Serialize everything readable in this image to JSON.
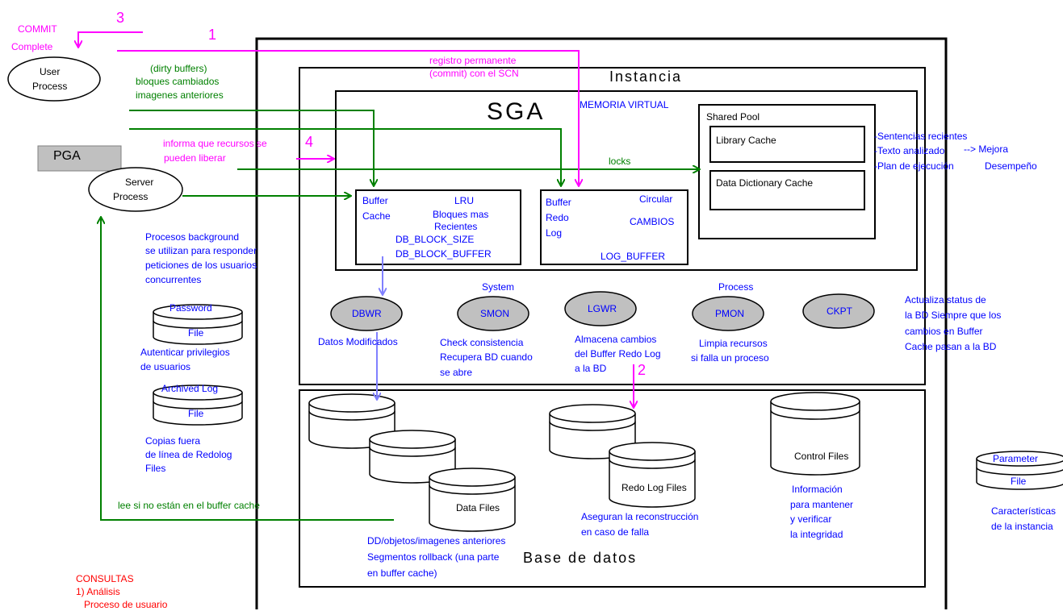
{
  "commit": {
    "label1": "COMMIT",
    "label2": "Complete",
    "step": "3"
  },
  "user_process": {
    "line1": "User",
    "line2": "Process"
  },
  "pga": {
    "label": "PGA"
  },
  "server_process": {
    "line1": "Server",
    "line2": "Process"
  },
  "dirty": {
    "line1": "(dirty buffers)",
    "line2": "bloques cambiados",
    "line3": "imagenes anteriores"
  },
  "registro": {
    "line1": "registro permanente",
    "line2": "(commit) con el SCN",
    "step": "1"
  },
  "informa": {
    "line1": "informa que recursos se",
    "line2": "pueden liberar",
    "step": "4"
  },
  "locks": "locks",
  "instancia": "Instancia",
  "sga": {
    "title": "SGA",
    "memoria": "MEMORIA VIRTUAL"
  },
  "shared_pool": {
    "title": "Shared Pool",
    "library": "Library Cache",
    "dictionary": "Data Dictionary Cache"
  },
  "sentencias": {
    "line1": "-Sentencias recientes",
    "line2": "-Texto analizado",
    "line3": "-Plan de ejecución",
    "arrow": "--> Mejora",
    "desempeno": "Desempeño"
  },
  "buffer_cache": {
    "l1": "Buffer",
    "l2": "Cache",
    "lru": "LRU",
    "b1": "Bloques mas",
    "b2": "Recientes",
    "size": "DB_BLOCK_SIZE",
    "buffer": "DB_BLOCK_BUFFER"
  },
  "redo_log": {
    "l1": "Buffer",
    "l2": "Redo",
    "l3": "Log",
    "circular": "Circular",
    "cambios": "CAMBIOS",
    "log_buffer": "LOG_BUFFER"
  },
  "procesos": {
    "line1": "Procesos background",
    "line2": "se utilizan para responder",
    "line3": "peticiones de los usuarios",
    "line4": "concurrentes"
  },
  "password": {
    "top": "Password",
    "file": "File",
    "d1": "Autenticar privilegios",
    "d2": "de usuarios"
  },
  "archived": {
    "top": "Archived Log",
    "file": "File",
    "d1": "Copias fuera",
    "d2": "de línea de Redolog",
    "d3": "Files"
  },
  "system": "System",
  "process_label": "Process",
  "dbwr": {
    "name": "DBWR",
    "desc": "Datos Modificados"
  },
  "smon": {
    "name": "SMON",
    "d1": "Check consistencia",
    "d2": "Recupera BD cuando",
    "d3": "se abre"
  },
  "lgwr": {
    "name": "LGWR",
    "d1": "Almacena cambios",
    "d2": "del Buffer Redo Log",
    "d3": "a la BD",
    "step": "2"
  },
  "pmon": {
    "name": "PMON",
    "d1": "Limpia recursos",
    "d2": "si falla un proceso"
  },
  "ckpt": {
    "name": "CKPT",
    "d1": "Actualiza status de",
    "d2": "la BD Siempre que los",
    "d3": "cambios en Buffer",
    "d4": "Cache pasan a la BD"
  },
  "data_files": {
    "label": "Data Files",
    "d1": "DD/objetos/imagenes anteriores",
    "d2": "Segmentos rollback (una parte",
    "d3": "en buffer cache)"
  },
  "redo_files": {
    "label": "Redo Log Files",
    "d1": "Aseguran la reconstrucción",
    "d2": "en caso de falla"
  },
  "control_files": {
    "label": "Control Files",
    "d1": "Información",
    "d2": "para mantener",
    "d3": "y verificar",
    "d4": "la integridad"
  },
  "base_datos": "Base de datos",
  "lee": "lee si no están en el buffer cache",
  "parameter": {
    "top": "Parameter",
    "file": "File",
    "d1": "Características",
    "d2": "de la instancia"
  },
  "consultas": {
    "title": "CONSULTAS",
    "l1": "1) Análisis",
    "l2": "Proceso de usuario"
  }
}
